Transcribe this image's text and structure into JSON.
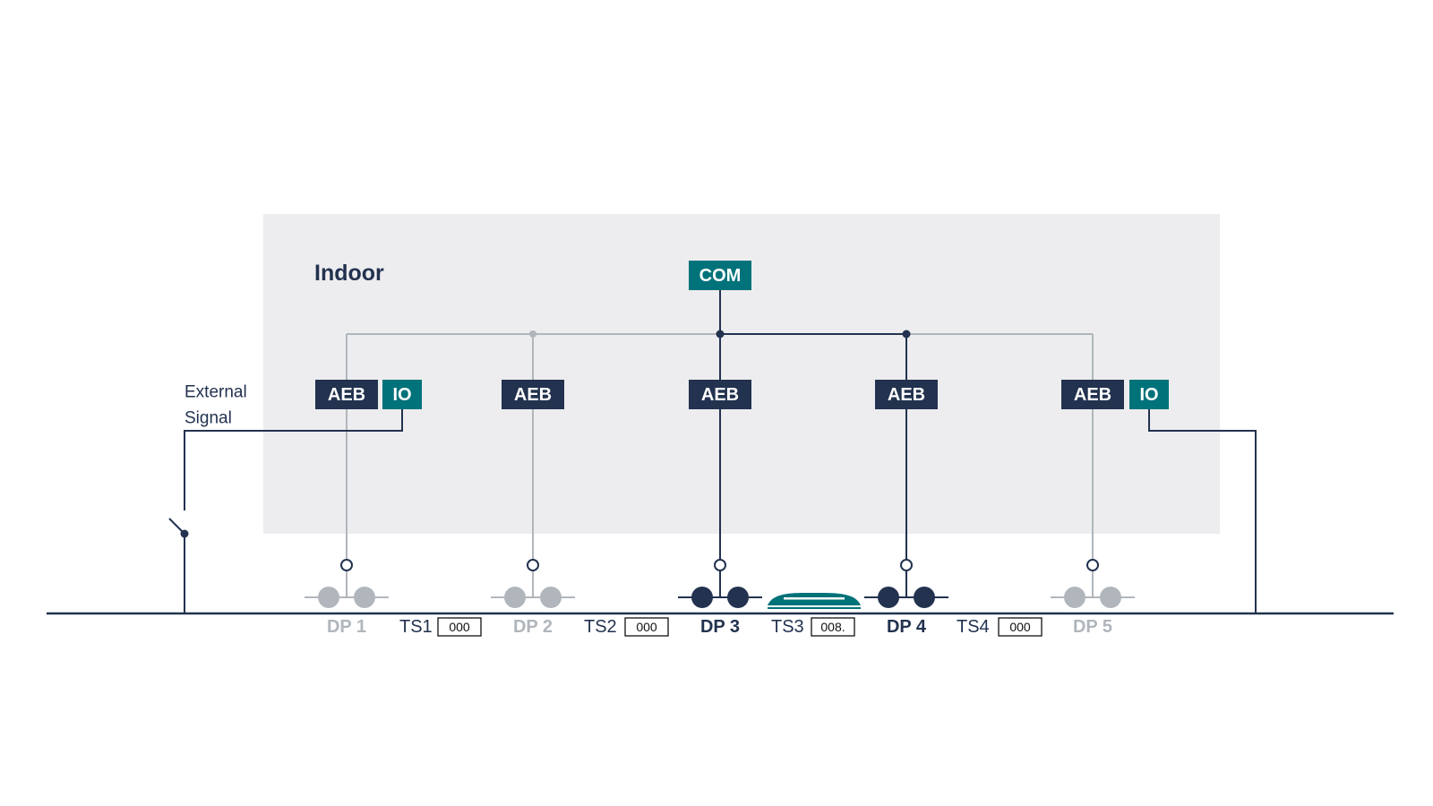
{
  "colors": {
    "navy": "#22324f",
    "teal": "#00727a",
    "grey": "#b0b6bc",
    "indoor_bg": "#ededef"
  },
  "indoor_label": "Indoor",
  "com_label": "COM",
  "external_signal": [
    "External",
    "Signal"
  ],
  "aeb_label": "AEB",
  "io_label": "IO",
  "detection_points": [
    {
      "label": "DP 1",
      "active": false
    },
    {
      "label": "DP 2",
      "active": false
    },
    {
      "label": "DP 3",
      "active": true
    },
    {
      "label": "DP 4",
      "active": true
    },
    {
      "label": "DP 5",
      "active": false
    }
  ],
  "track_sections": [
    {
      "label": "TS1",
      "count": "000"
    },
    {
      "label": "TS2",
      "count": "000"
    },
    {
      "label": "TS3",
      "count": "008.",
      "occupied": true
    },
    {
      "label": "TS4",
      "count": "000"
    }
  ]
}
